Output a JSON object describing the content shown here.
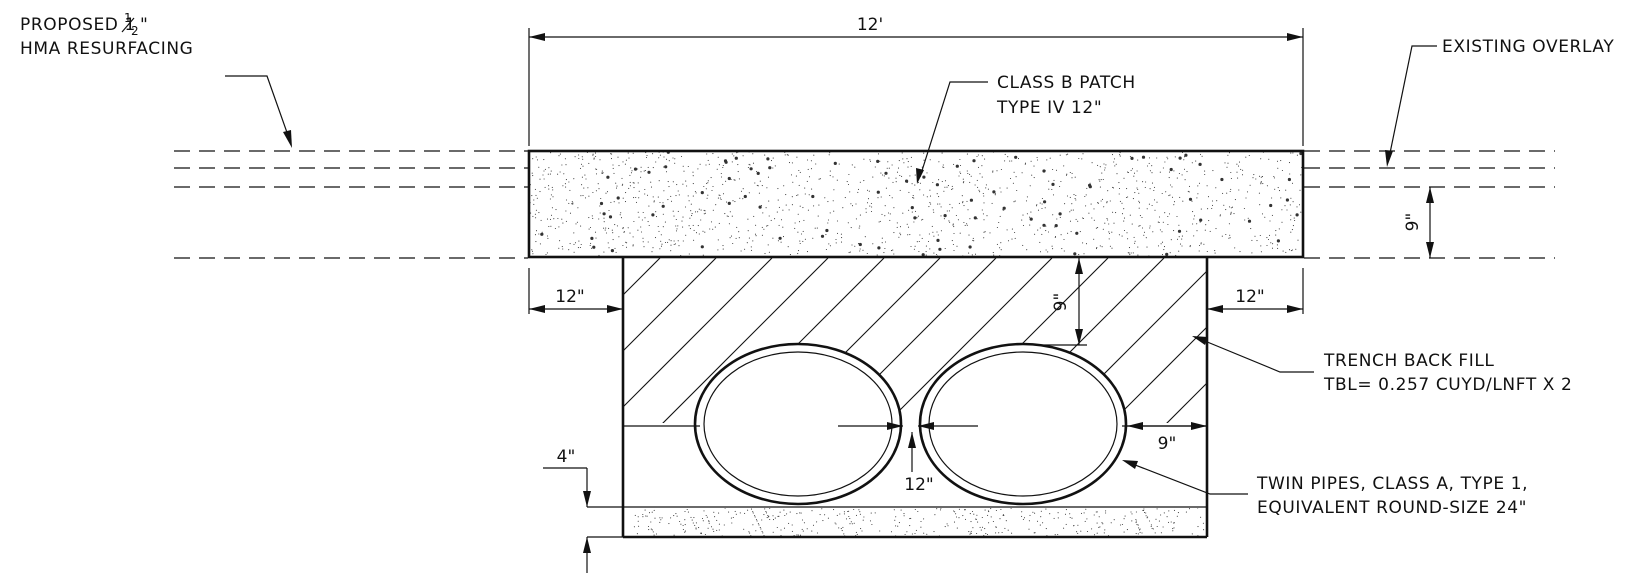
{
  "labels": {
    "resurfacing_line1": "PROPOSED 1",
    "resurfacing_frac_num": "1",
    "resurfacing_frac_den": "2",
    "resurfacing_inch": "\"",
    "resurfacing_line2": "HMA RESURFACING",
    "existing_overlay": "EXISTING OVERLAY",
    "patch_line1": "CLASS B PATCH",
    "patch_line2": "TYPE IV 12\"",
    "backfill_line1": "TRENCH BACK FILL",
    "backfill_line2": "TBL= 0.257 CUYD/LNFT X 2",
    "pipes_line1": "TWIN PIPES, CLASS A, TYPE 1,",
    "pipes_line2": "EQUIVALENT ROUND-SIZE 24\""
  },
  "dimensions": {
    "overall_width": "12'",
    "patch_depth": "9\"",
    "left_offset": "12\"",
    "right_offset": "12\"",
    "cover_depth": "9\"",
    "side_clearance": "9\"",
    "pipe_gap": "12\"",
    "bedding": "4\""
  }
}
